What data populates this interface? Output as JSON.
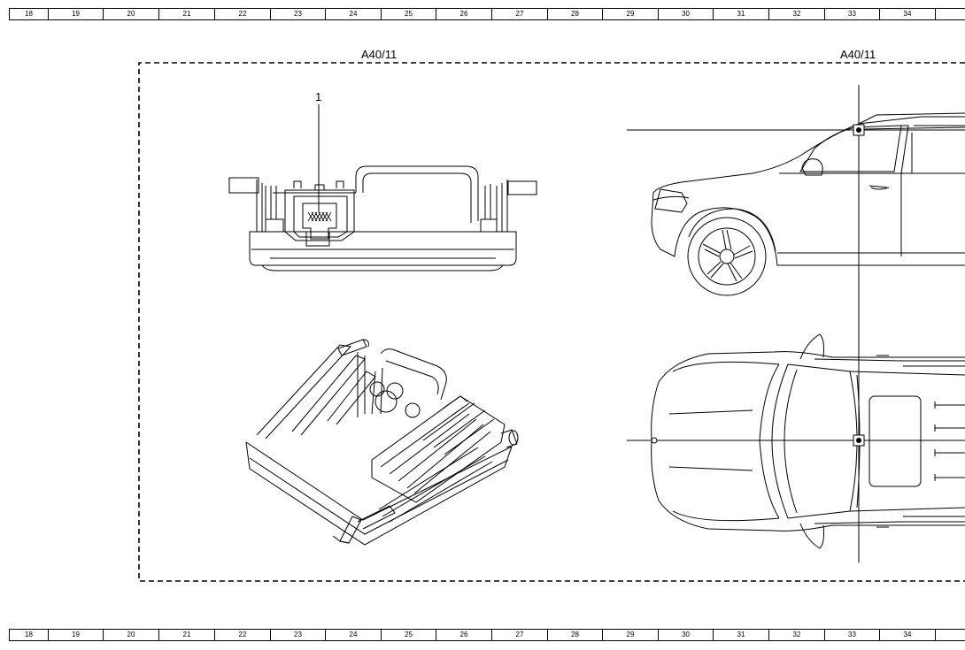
{
  "ruler": {
    "top_cells": [
      "18",
      "19",
      "20",
      "21",
      "22",
      "23",
      "24",
      "25",
      "26",
      "27",
      "28",
      "29",
      "30",
      "31",
      "32",
      "33",
      "34"
    ],
    "bottom_cells": [
      "18",
      "19",
      "20",
      "21",
      "22",
      "23",
      "24",
      "25",
      "26",
      "27",
      "28",
      "29",
      "30",
      "31",
      "32",
      "33",
      "34"
    ]
  },
  "component_view": {
    "title": "A40/11",
    "callout_number": "1"
  },
  "vehicle_view": {
    "title": "A40/11"
  }
}
